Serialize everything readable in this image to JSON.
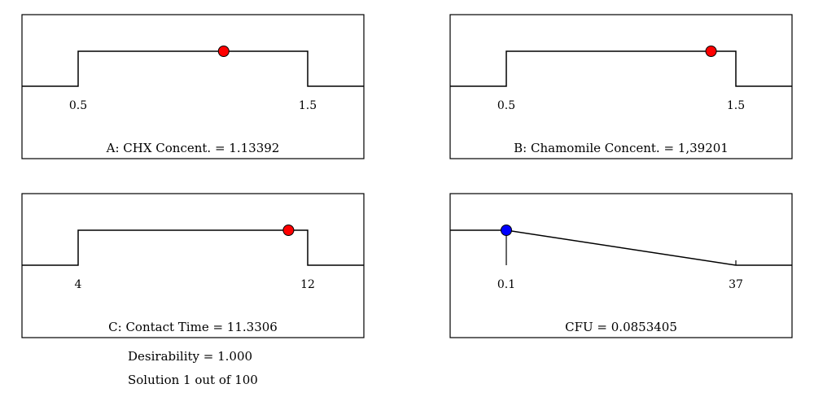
{
  "chart_data": [
    {
      "type": "line",
      "factor": "A: CHX Concent.",
      "value_label": "1.13392",
      "value": 1.13392,
      "low": 0.5,
      "high": 1.5,
      "tick_labels": [
        "0.5",
        "1.5"
      ],
      "shape": "range",
      "point_color": "#ff0000"
    },
    {
      "type": "line",
      "factor": "B: Chamomile Concent.",
      "value_label": "1,39201",
      "value": 1.39201,
      "low": 0.5,
      "high": 1.5,
      "tick_labels": [
        "0.5",
        "1.5"
      ],
      "shape": "range",
      "point_color": "#ff0000"
    },
    {
      "type": "line",
      "factor": "C: Contact Time",
      "value_label": "11.3306",
      "value": 11.3306,
      "low": 4,
      "high": 12,
      "tick_labels": [
        "4",
        "12"
      ],
      "shape": "range",
      "point_color": "#ff0000"
    },
    {
      "type": "line",
      "factor": "CFU",
      "value_label": "0.0853405",
      "value": 0.0853405,
      "low": 0.1,
      "high": 37,
      "tick_labels": [
        "0.1",
        "37"
      ],
      "shape": "minimize",
      "point_color": "#0000ff"
    }
  ],
  "summary": {
    "desirability": "Desirability = 1.000",
    "solution": "Solution 1 out of 100"
  }
}
